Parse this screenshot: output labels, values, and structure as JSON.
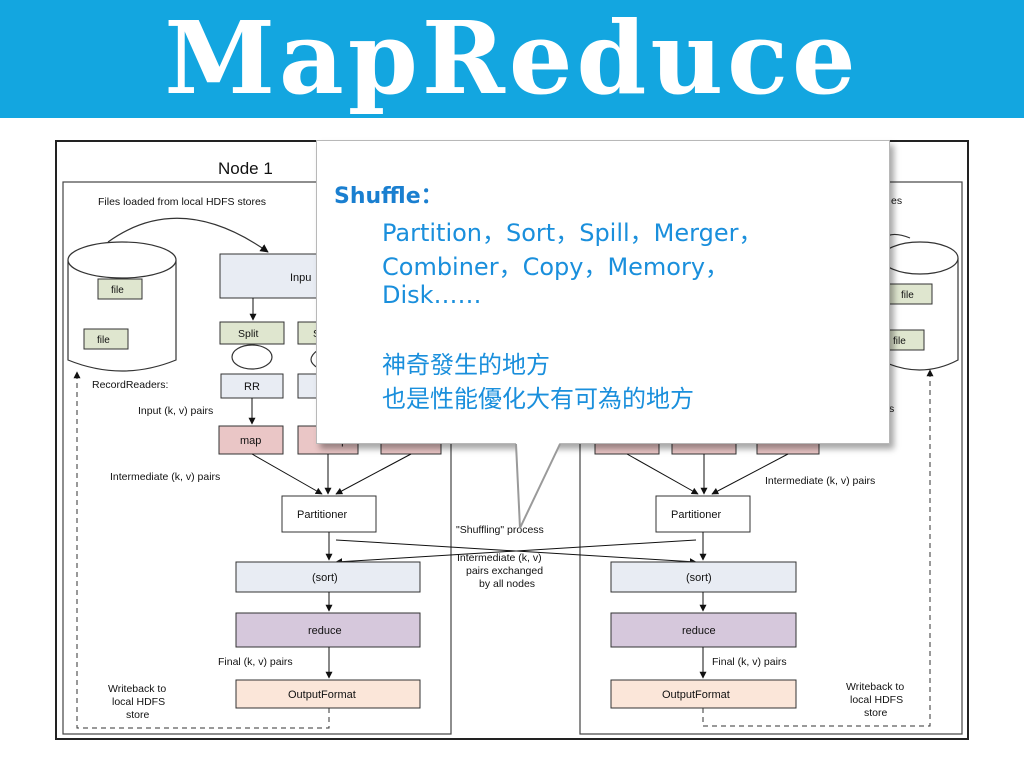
{
  "title": "MapReduce",
  "colors": {
    "banner": "#13a6e0",
    "callout_text": "#1a8fdc",
    "input_box": "#e8ecf3",
    "split_box": "#dfe6cf",
    "map_box": "#eac6c6",
    "reduce_box": "#d6c8dc",
    "output_box": "#fbe6d9"
  },
  "diagram": {
    "node_title": "Node 1",
    "files_loaded_left": "Files loaded from local HDFS stores",
    "files_loaded_right": "es",
    "file_label": "file",
    "input_format": "Inpu",
    "split_label": "Split",
    "split_partial": "S",
    "record_readers": "RecordReaders:",
    "rr_label": "RR",
    "input_pairs": "Input (k, v) pairs",
    "map_label": "map",
    "map_partial": "ap",
    "intermediate_pairs": "Intermediate (k, v) pairs",
    "partitioner": "Partitioner",
    "shuffling_process": "\"Shuffling\" process",
    "exchange_line1": "Intermediate (k, v)",
    "exchange_line2": "pairs exchanged",
    "exchange_line3": "by all nodes",
    "sort_label": "(sort)",
    "reduce_label": "reduce",
    "final_pairs": "Final (k, v) pairs",
    "output_format": "OutputFormat",
    "writeback_line1": "Writeback to",
    "writeback_line2": "local HDFS",
    "writeback_line3": "store",
    "right_s_partial": "s"
  },
  "callout": {
    "title": "Shuffle：",
    "line1": "Partition，Sort，Spill，Merger，",
    "line2": "Combiner，Copy，Memory，",
    "line3": "Disk……",
    "line4": "神奇發生的地方",
    "line5": "也是性能優化大有可為的地方"
  }
}
